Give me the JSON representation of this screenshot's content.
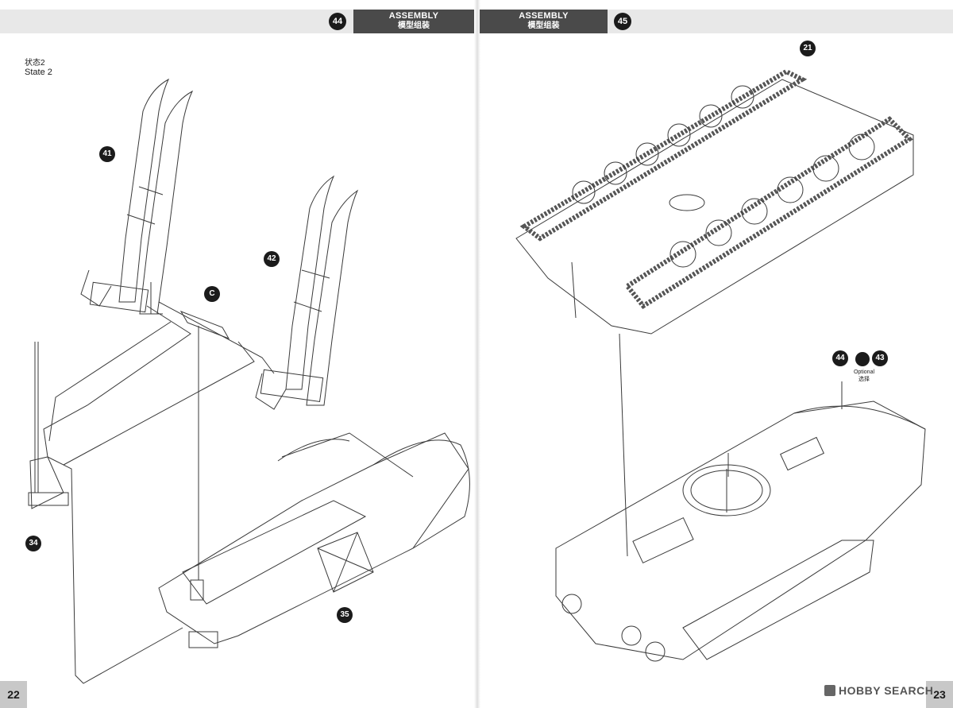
{
  "left_page": {
    "step_number": "44",
    "header_en": "ASSEMBLY",
    "header_zh": "模型组装",
    "state_zh": "状态2",
    "state_en": "State 2",
    "callouts": {
      "c41": "41",
      "c42": "42",
      "cC": "C",
      "c34": "34",
      "c35": "35"
    },
    "page_number": "22"
  },
  "right_page": {
    "step_number": "45",
    "header_en": "ASSEMBLY",
    "header_zh": "模型组装",
    "callouts": {
      "c21": "21",
      "c44": "44",
      "c43": "43"
    },
    "optional_en": "Optional",
    "optional_zh": "选择",
    "page_number": "23"
  },
  "watermark": "HOBBY SEARCH",
  "colors": {
    "header_box": "#4a4a4a",
    "header_band": "#e8e8e8",
    "callout": "#1b1b1b",
    "page_number_bg": "#c8c8c8"
  }
}
